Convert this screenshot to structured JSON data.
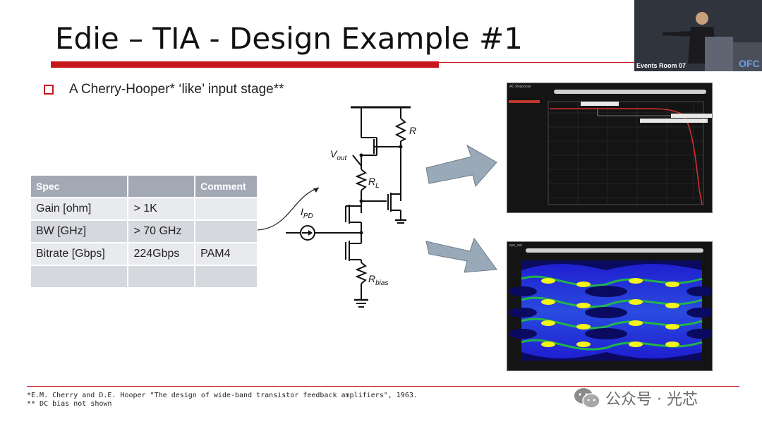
{
  "slide": {
    "title": "Edie – TIA - Design Example #1",
    "bullet": "A Cherry-Hooper* ‘like’ input stage**",
    "table": {
      "headers": [
        "Spec",
        "",
        "Comment"
      ],
      "rows": [
        [
          "Gain [ohm]",
          "> 1K",
          ""
        ],
        [
          "BW [GHz]",
          "> 70 GHz",
          ""
        ],
        [
          "Bitrate [Gbps]",
          "224Gbps",
          "PAM4"
        ],
        [
          "",
          "",
          ""
        ]
      ]
    },
    "circuit": {
      "label_r": "R",
      "label_vout": "V",
      "label_vout_sub": "out",
      "label_rl": "R",
      "label_rl_sub": "L",
      "label_ipd": "I",
      "label_ipd_sub": "PD",
      "label_rbias": "R",
      "label_rbias_sub": "bias"
    },
    "ac_panel": {
      "title": "AC Response"
    },
    "eye_panel": {
      "title": "eye_out"
    },
    "footnotes": [
      "*E.M. Cherry and D.E. Hooper \"The design of wide-band transistor feedback amplifiers\", 1963.",
      "** DC bias not shown"
    ]
  },
  "video": {
    "label": "Events Room 07"
  },
  "watermark": {
    "text": "公众号 · 光芯"
  },
  "colors": {
    "accent_red": "#c8161d",
    "table_header": "#a3a8b5",
    "arrow_fill": "#9aa9b7"
  }
}
